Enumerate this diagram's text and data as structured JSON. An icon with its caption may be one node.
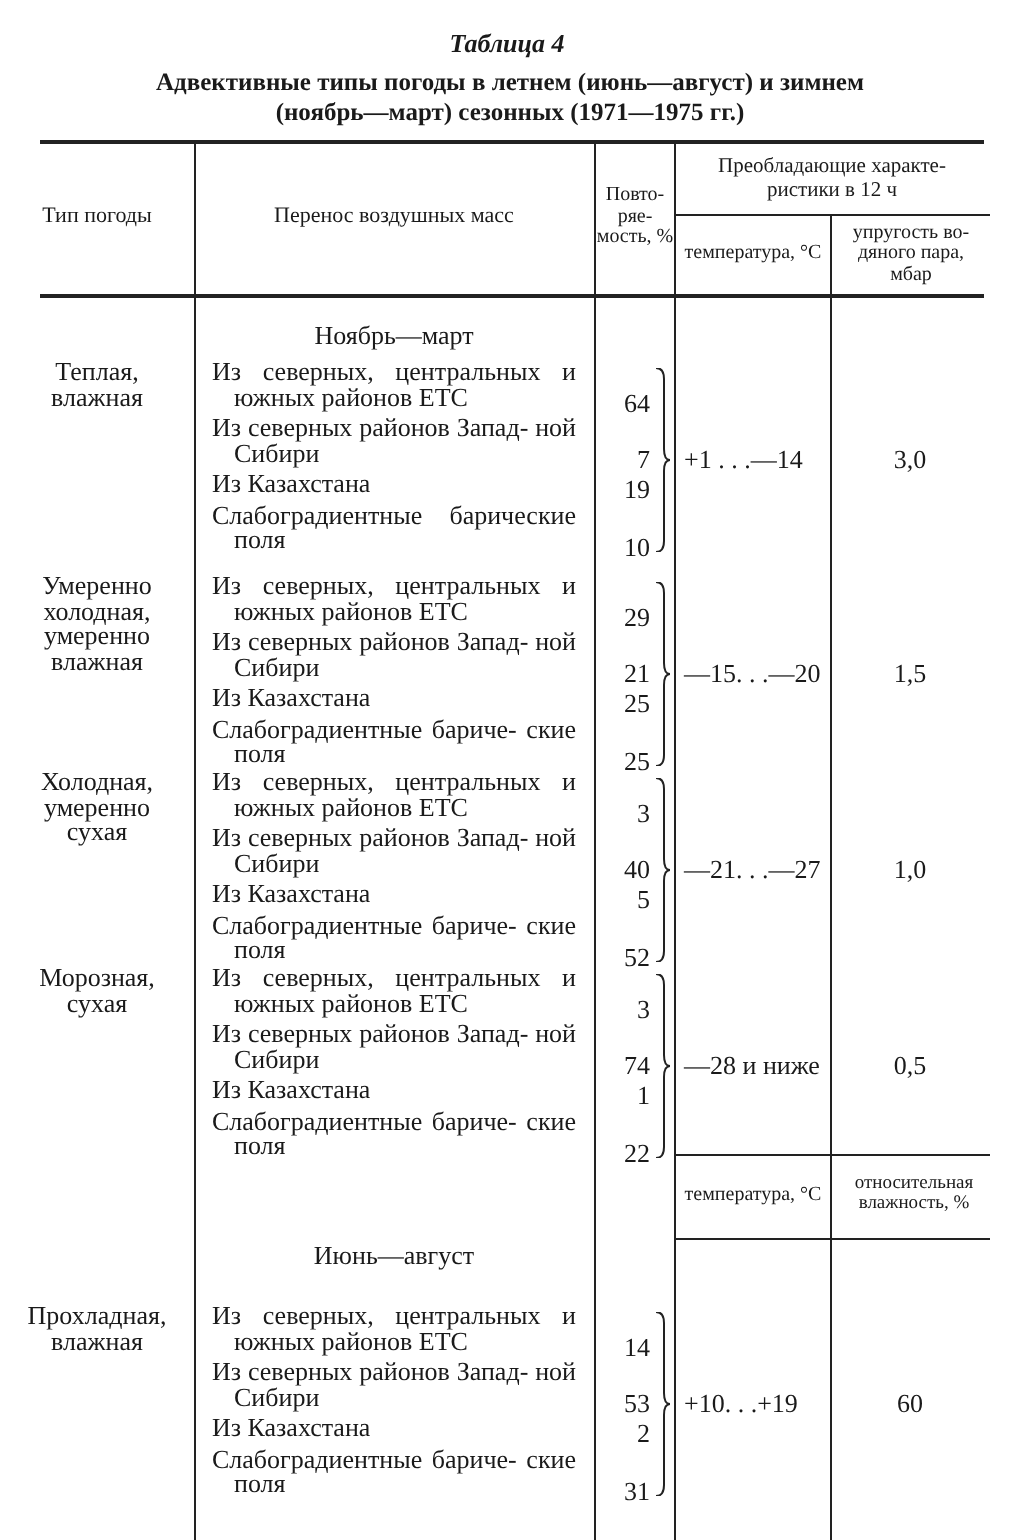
{
  "diagram": {
    "title": "Адвективные типы погоды в летнем (июнь—август) и зимнем (ноябрь—март) сезонных (1971—1975 гг.)",
    "labels": [
      "Таблица 4",
      "Тип погоды",
      "Перенос воздушных масс",
      "Повто- ряе- мость, %",
      "Преобладающие характе- ристики в 12 ч",
      "температура, °С",
      "упругость во- дяного пара, мбар",
      "Ноябрь—март",
      "Теплая, влажная",
      "Из северных, центральных и южных районов ЕТС",
      "64",
      "Из северных районов Запад- ной Сибири",
      "7",
      "Из Казахстана",
      "19",
      "Слабоградиентные барические поля",
      "10",
      "+1 . . .—14",
      "3,0",
      "Умеренно холодная, умеренно влажная",
      "Из северных, центральных и южных районов ЕТС",
      "29",
      "Из северных районов Запад- ной Сибири",
      "21",
      "Из Казахстана",
      "25",
      "Слабоградиентные бариче- ские поля",
      "25",
      "—15. . .—20",
      "1,5",
      "Холодная, умеренно сухая",
      "Из северных, центральных и южных районов ЕТС",
      "3",
      "Из северных районов Запад- ной Сибири",
      "40",
      "Из Казахстана",
      "5",
      "Слабоградиентные бариче- ские поля",
      "52",
      "—21. . .—27",
      "1,0",
      "Морозная, сухая",
      "Из северных, центральных и южных районов ЕТС",
      "3",
      "Из северных районов Запад- ной Сибири",
      "74",
      "Из Казахстана",
      "1",
      "Слабоградиентные бариче- ские поля",
      "22",
      "—28 и ниже",
      "0,5",
      "температура, °С",
      "относительная влажность, %",
      "Июнь—август",
      "Прохладная, влажная",
      "Из северных, центральных и южных районов ЕТС",
      "14",
      "Из северных районов Запад- ной Сибири",
      "53",
      "Из Казахстана",
      "2",
      "Слабоградиентные бариче- ские поля",
      "31",
      "+10. . .+19",
      "60"
    ]
  }
}
